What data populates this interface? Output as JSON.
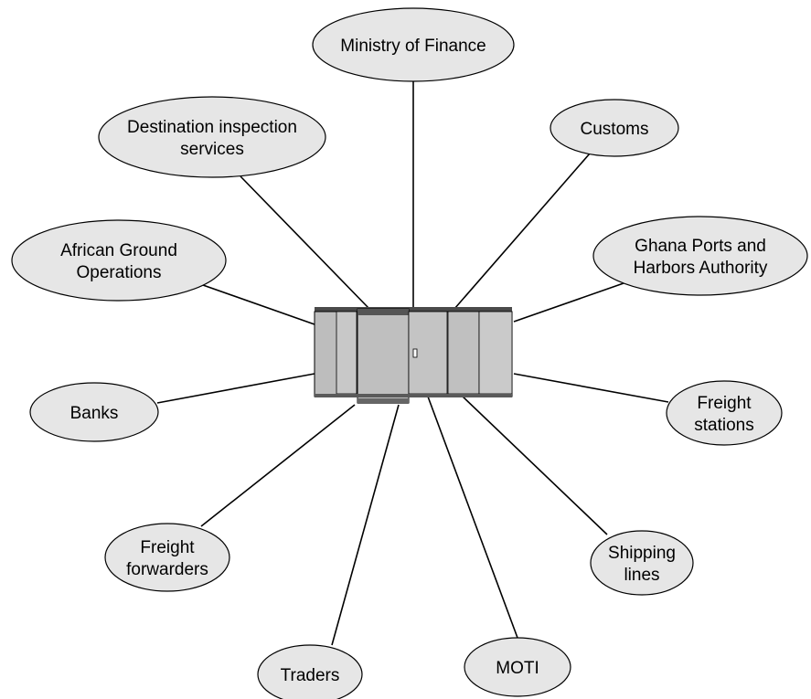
{
  "diagram": {
    "hub": {
      "name": "central-server"
    },
    "nodes": [
      {
        "id": "ministry-of-finance",
        "lines": [
          "Ministry of Finance"
        ]
      },
      {
        "id": "customs",
        "lines": [
          "Customs"
        ]
      },
      {
        "id": "destination-inspection-services",
        "lines": [
          "Destination inspection",
          "services"
        ]
      },
      {
        "id": "african-ground-operations",
        "lines": [
          "African Ground",
          "Operations"
        ]
      },
      {
        "id": "ghana-ports-and-harbors-authority",
        "lines": [
          "Ghana Ports and",
          "Harbors Authority"
        ]
      },
      {
        "id": "banks",
        "lines": [
          "Banks"
        ]
      },
      {
        "id": "freight-stations",
        "lines": [
          "Freight",
          "stations"
        ]
      },
      {
        "id": "freight-forwarders",
        "lines": [
          "Freight",
          "forwarders"
        ]
      },
      {
        "id": "shipping-lines",
        "lines": [
          "Shipping",
          "lines"
        ]
      },
      {
        "id": "traders",
        "lines": [
          "Traders"
        ]
      },
      {
        "id": "moti",
        "lines": [
          "MOTI"
        ]
      }
    ]
  }
}
